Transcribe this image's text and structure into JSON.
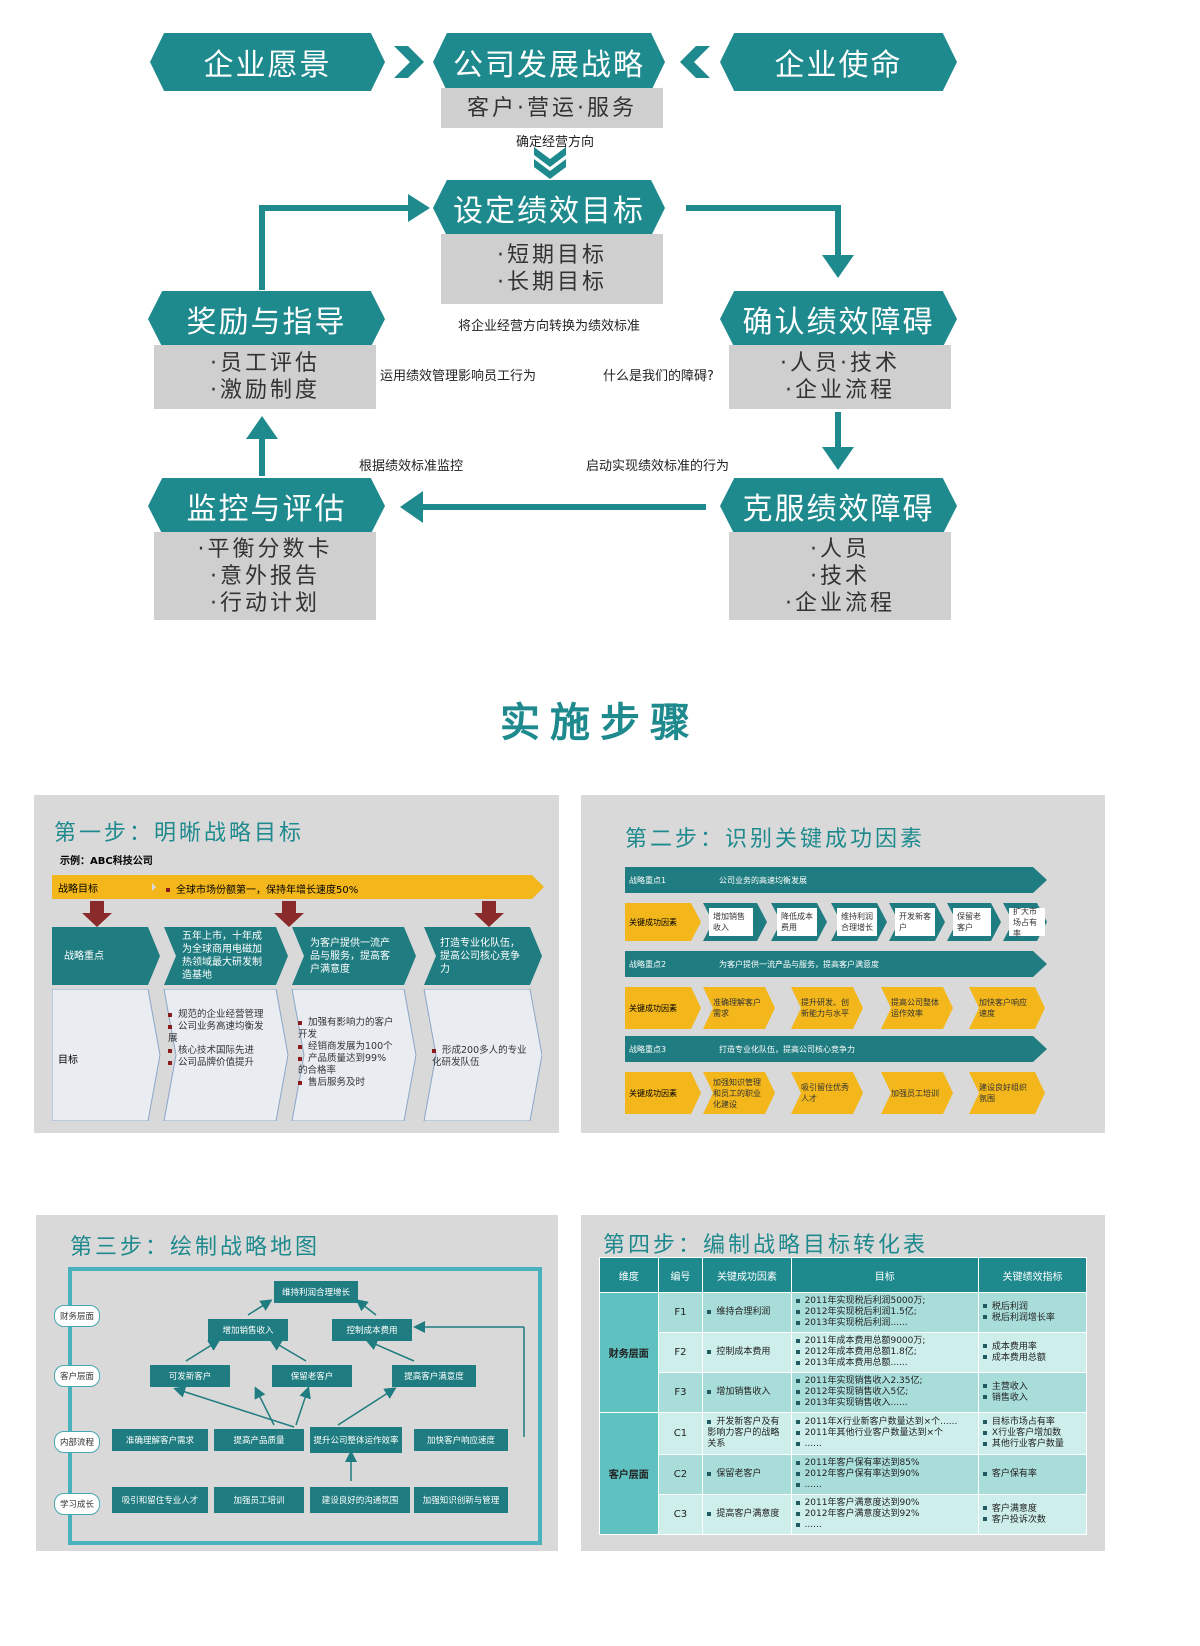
{
  "top": {
    "vision": "企业愿景",
    "strategy": "公司发展战略",
    "strategy_sub": "客户·营运·服务",
    "mission": "企业使命",
    "note_direction": "确定经营方向",
    "set_goal": "设定绩效目标",
    "set_goal_items": [
      "·短期目标",
      "·长期目标"
    ],
    "note_convert": "将企业经营方向转换为绩效标准",
    "reward": "奖励与指导",
    "reward_items": [
      "·员工评估",
      "·激励制度"
    ],
    "note_behavior": "运用绩效管理影响员工行为",
    "confirm": "确认绩效障碍",
    "confirm_items": [
      "·人员·技术",
      "·企业流程"
    ],
    "note_question": "什么是我们的障碍?",
    "note_monitor": "根据绩效标准监控",
    "note_start": "启动实现绩效标准的行为",
    "monitor": "监控与评估",
    "monitor_items": [
      "·平衡分数卡",
      "·意外报告",
      "·行动计划"
    ],
    "overcome": "克服绩效障碍",
    "overcome_items": [
      "·人员",
      "·技术",
      "·企业流程"
    ]
  },
  "section_title": "实施步骤",
  "step1": {
    "title": "第一步：明晰战略目标",
    "example": "示例：ABC科技公司",
    "goal_label": "战略目标",
    "goal_text": "全球市场份额第一，保持年增长速度50%",
    "focus_label": "战略重点",
    "focus": [
      "五年上市，十年成为全球商用电磁加热领域最大研发制造基地",
      "为客户提供一流产品与服务，提高客户满意度",
      "打造专业化队伍，提高公司核心竞争力"
    ],
    "target_label": "目标",
    "targets1": [
      "规范的企业经营管理",
      "公司业务高速均衡发展",
      "核心技术国际先进",
      "公司品牌价值提升"
    ],
    "targets2": [
      "加强有影响力的客户开发",
      "经销商发展为100个",
      "产品质量达到99%的合格率",
      "售后服务及时"
    ],
    "targets3": "形成200多人的专业化研发队伍"
  },
  "step2": {
    "title": "第二步：识别关键成功因素",
    "rows": [
      {
        "label": "战略重点1",
        "text": "公司业务的高速均衡发展",
        "factors": [
          "增加销售收入",
          "降低成本费用",
          "维持利润合理增长",
          "开发新客户",
          "保留老客户",
          "扩大市场占有率"
        ]
      },
      {
        "label": "战略重点2",
        "text": "为客户提供一流产品与服务，提高客户满意度",
        "factors": [
          "准确理解客户需求",
          "提升研发、创新能力与水平",
          "提高公司整体运作效率",
          "加快客户响应速度"
        ]
      },
      {
        "label": "战略重点3",
        "text": "打造专业化队伍，提高公司核心竞争力",
        "factors": [
          "加强知识管理和员工的职业化建设",
          "吸引留住优秀人才",
          "加强员工培训",
          "建设良好组织氛围"
        ]
      }
    ],
    "factor_label": "关键成功因素"
  },
  "step3": {
    "title": "第三步：绘制战略地图",
    "layers": [
      "财务层面",
      "客户层面",
      "内部流程",
      "学习成长"
    ],
    "nodes": {
      "profit": "维持利润合理增长",
      "sales": "增加销售收入",
      "cost": "控制成本费用",
      "newc": "可发新客户",
      "keep": "保留老客户",
      "satis": "提高客户满意度",
      "need": "准确理解客户需求",
      "quality": "提高产品质量",
      "eff": "提升公司整体运作效率",
      "speed": "加快客户响应速度",
      "talent": "吸引和留住专业人才",
      "train": "加强员工培训",
      "comm": "建设良好的沟通氛围",
      "know": "加强知识创新与管理"
    }
  },
  "step4": {
    "title": "第四步：编制战略目标转化表",
    "headers": [
      "维度",
      "编号",
      "关键成功因素",
      "目标",
      "关键绩效指标"
    ],
    "groups": [
      {
        "dim": "财务层面",
        "rows": [
          {
            "id": "F1",
            "factor": [
              "维持合理利润"
            ],
            "goals": [
              "2011年实现税后利润5000万;",
              "2012年实现税后利润1.5亿;",
              "2013年实现税后利润......"
            ],
            "kpi": [
              "税后利润",
              "税后利润增长率"
            ]
          },
          {
            "id": "F2",
            "factor": [
              "控制成本费用"
            ],
            "goals": [
              "2011年成本费用总额9000万;",
              "2012年成本费用总额1.8亿;",
              "2013年成本费用总额......"
            ],
            "kpi": [
              "成本费用率",
              "成本费用总额"
            ]
          },
          {
            "id": "F3",
            "factor": [
              "增加销售收入"
            ],
            "goals": [
              "2011年实现销售收入2.35亿;",
              "2012年实现销售收入5亿;",
              "2013年实现销售收入......"
            ],
            "kpi": [
              "主营收入",
              "销售收入"
            ]
          }
        ]
      },
      {
        "dim": "客户层面",
        "rows": [
          {
            "id": "C1",
            "factor": [
              "开发新客户及有影响力客户的战略关系"
            ],
            "goals": [
              "2011年X行业新客户数量达到×个......",
              "2011年其他行业客户数量达到×个",
              "......"
            ],
            "kpi": [
              "目标市场占有率",
              "X行业客户增加数",
              "其他行业客户数量"
            ]
          },
          {
            "id": "C2",
            "factor": [
              "保留老客户"
            ],
            "goals": [
              "2011年客户保有率达到85%",
              "2012年客户保有率达到90%",
              "......"
            ],
            "kpi": [
              "客户保有率"
            ]
          },
          {
            "id": "C3",
            "factor": [
              "提高客户满意度"
            ],
            "goals": [
              "2011年客户满意度达到90%",
              "2012年客户满意度达到92%",
              "......"
            ],
            "kpi": [
              "客户满意度",
              "客户投诉次数"
            ]
          }
        ]
      }
    ]
  },
  "colors": {
    "teal": "#1f8a8e",
    "gray": "#cfcfcf",
    "yellow": "#f3b71b",
    "darkred": "#8b1c1c"
  }
}
